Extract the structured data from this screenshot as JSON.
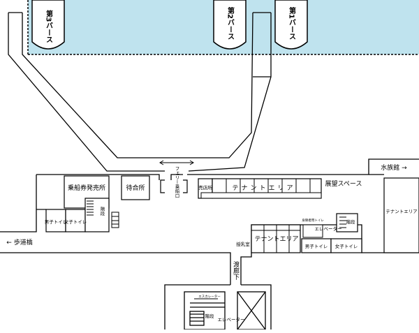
{
  "berths": {
    "berth3": "第3バース",
    "berth2": "第2バース",
    "berth1": "第1バース"
  },
  "rooms": {
    "ticket_office": "乗船券発売所",
    "waiting_room": "待合所",
    "boarding_gate": "フェリー乗船口",
    "shop": "売店所",
    "tenant_area_main": "テナントエリア",
    "observation_space": "展望スペース",
    "aquarium": "水族館 →",
    "tenant_area_east": "テナントエリア",
    "mens_toilet_west": "男子トイレ",
    "womens_toilet_west": "女子トイレ",
    "stairs_west": "階段",
    "walkway": "← 歩道橋",
    "nursing_room": "授乳室",
    "tenant_area_lower": "テナントエリア",
    "accessible_toilet": "身障者用トイレ",
    "elevator_east": "エレベーター",
    "stairs_east": "階段",
    "mens_toilet_east": "男子トイレ",
    "womens_toilet_east": "女子トイレ",
    "corridor": "渡廊下",
    "escalator": "エスカレーター",
    "stairs_south": "階段",
    "elevator_south": "エレベーター"
  },
  "colors": {
    "water": "#bfe3ee",
    "line": "#000000"
  }
}
